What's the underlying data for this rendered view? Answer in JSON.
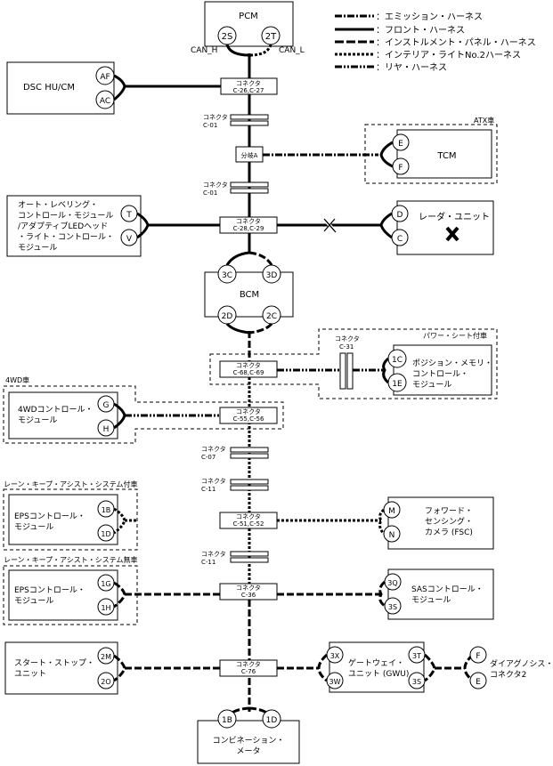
{
  "legend": [
    {
      "label": "：エミッション・ハーネス",
      "style": "dashdot"
    },
    {
      "label": "：フロント・ハーネス",
      "style": "solid"
    },
    {
      "label": "：インストルメント・パネル・ハーネス",
      "style": "longdash"
    },
    {
      "label": "：インテリア・ライトNo.2ハーネス",
      "style": "dotted"
    },
    {
      "label": "：リヤ・ハーネス",
      "style": "dashdotdot"
    }
  ],
  "modules": {
    "pcm": {
      "name": "PCM",
      "pins": [
        "2S",
        "2T"
      ],
      "pin_labels": [
        "CAN_H",
        "CAN_L"
      ]
    },
    "dsc": {
      "name": "DSC HU/CM",
      "pins": [
        "AF",
        "AC"
      ]
    },
    "tcm": {
      "name": "TCM",
      "pins": [
        "E",
        "F"
      ],
      "group": "ATX車"
    },
    "headlight": {
      "lines": [
        "オート・レベリング・",
        "コントロール・モジュール",
        "/アダプティブLEDヘッド",
        "・ライト・コントロール・",
        "モジュール"
      ],
      "pins": [
        "T",
        "V"
      ]
    },
    "radar": {
      "name": "レーダ・ユニット",
      "pins": [
        "D",
        "C"
      ]
    },
    "bcm": {
      "name": "BCM",
      "pins_top": [
        "3C",
        "3D"
      ],
      "pins_bottom": [
        "2D",
        "2C"
      ]
    },
    "position_memory": {
      "lines": [
        "ポジション・メモリ・",
        "コントロール・",
        "モジュール"
      ],
      "pins": [
        "1C",
        "1E"
      ],
      "group": "パワー・シート付車"
    },
    "awd": {
      "lines": [
        "4WDコントロール・",
        "モジュール"
      ],
      "pins": [
        "G",
        "H"
      ],
      "group": "4WD車"
    },
    "eps1": {
      "lines": [
        "EPSコントロール・",
        "モジュール"
      ],
      "pins": [
        "1B",
        "1D"
      ],
      "group": "レーン・キープ・アシスト・システム付車"
    },
    "fsc": {
      "lines": [
        "フォワード・",
        "センシング・",
        "カメラ (FSC)"
      ],
      "pins": [
        "M",
        "N"
      ]
    },
    "eps2": {
      "lines": [
        "EPSコントロール・",
        "モジュール"
      ],
      "pins": [
        "1G",
        "1H"
      ],
      "group": "レーン・キープ・アシスト・システム無車"
    },
    "sas": {
      "lines": [
        "SASコントロール・",
        "モジュール"
      ],
      "pins": [
        "3Q",
        "3S"
      ]
    },
    "start_stop": {
      "lines": [
        "スタート・ストップ・",
        "ユニット"
      ],
      "pins": [
        "2M",
        "2O"
      ]
    },
    "gwu": {
      "lines": [
        "ゲートウェイ・",
        "ユニット (GWU)"
      ],
      "pins_left": [
        "3X",
        "3W"
      ],
      "pins_right": [
        "3T",
        "3S"
      ]
    },
    "diag": {
      "lines": [
        "ダイアグノシス・",
        "コネクタ2"
      ],
      "pins": [
        "F",
        "E"
      ]
    },
    "meter": {
      "lines": [
        "コンビネーション・",
        "メータ"
      ],
      "pins": [
        "1B",
        "1D"
      ]
    }
  },
  "connectors": {
    "c26": {
      "l1": "コネクタ",
      "l2": "C-26,C-27"
    },
    "c01a": {
      "l1": "コネクタ",
      "l2": "C-01"
    },
    "branch": {
      "l1": "分岐A"
    },
    "c01b": {
      "l1": "コネクタ",
      "l2": "C-01"
    },
    "c28": {
      "l1": "コネクタ",
      "l2": "C-28,C-29"
    },
    "c68": {
      "l1": "コネクタ",
      "l2": "C-68,C-69"
    },
    "c31": {
      "l1": "コネクタ",
      "l2": "C-31"
    },
    "c55": {
      "l1": "コネクタ",
      "l2": "C-55,C-56"
    },
    "c07": {
      "l1": "コネクタ",
      "l2": "C-07"
    },
    "c11a": {
      "l1": "コネクタ",
      "l2": "C-11"
    },
    "c51": {
      "l1": "コネクタ",
      "l2": "C-51,C-52"
    },
    "c11b": {
      "l1": "コネクタ",
      "l2": "C-11"
    },
    "c36": {
      "l1": "コネクタ",
      "l2": "C-36"
    },
    "c76": {
      "l1": "コネクタ",
      "l2": "C-76"
    }
  }
}
